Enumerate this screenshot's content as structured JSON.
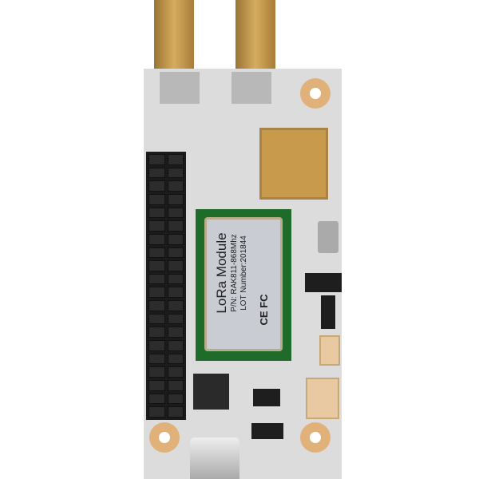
{
  "module": {
    "title": "LoRa Module",
    "part_number": "P/N: RAK811-868Mhz",
    "lot": "LOT Number:201844",
    "marks": "CE FC"
  },
  "colors": {
    "board": "#dcdcdc",
    "pcb_module": "#1f6b2a",
    "gold": "#c79a4c",
    "header": "#1b1b1b"
  }
}
